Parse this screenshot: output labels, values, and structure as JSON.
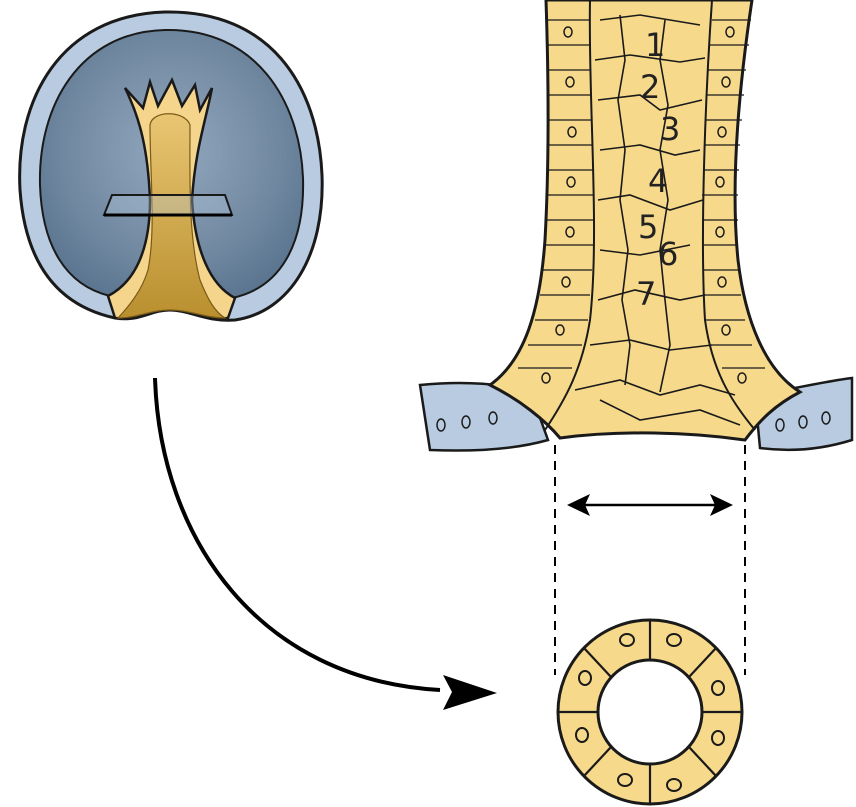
{
  "figure": {
    "cell_labels": [
      "1",
      "2",
      "3",
      "4",
      "5",
      "6",
      "7"
    ],
    "colors": {
      "yolk": "#f7d98b",
      "yolk_dark": "#c8a14a",
      "ectoderm_blue": "#b8cbe0",
      "cavity_blue": "#6f8aa5",
      "outline": "#1a1a1a",
      "arrow": "#000000"
    }
  }
}
